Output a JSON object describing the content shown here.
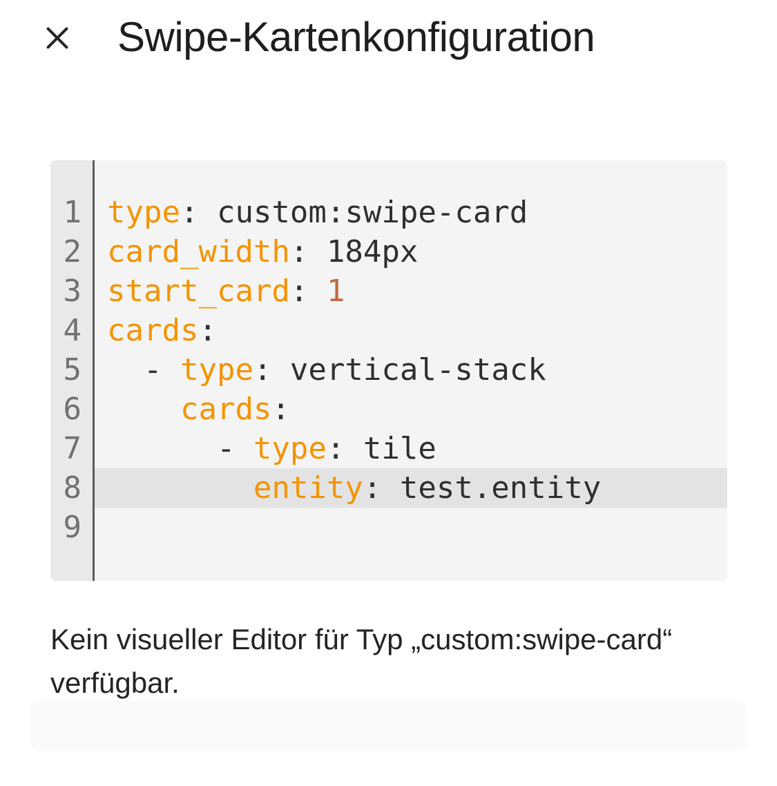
{
  "header": {
    "title": "Swipe-Kartenkonfiguration",
    "close_icon": "close-icon"
  },
  "editor": {
    "language": "yaml",
    "active_line": 8,
    "lines": [
      {
        "n": "1",
        "active": false,
        "tokens": [
          [
            "key",
            "type"
          ],
          [
            "txt",
            ": custom:swipe-card"
          ]
        ]
      },
      {
        "n": "2",
        "active": false,
        "tokens": [
          [
            "key",
            "card_width"
          ],
          [
            "txt",
            ": 184px"
          ]
        ]
      },
      {
        "n": "3",
        "active": false,
        "tokens": [
          [
            "key",
            "start_card"
          ],
          [
            "txt",
            ": "
          ],
          [
            "num",
            "1"
          ]
        ]
      },
      {
        "n": "4",
        "active": false,
        "tokens": [
          [
            "key",
            "cards"
          ],
          [
            "txt",
            ":"
          ]
        ]
      },
      {
        "n": "5",
        "active": false,
        "tokens": [
          [
            "txt",
            "  - "
          ],
          [
            "key",
            "type"
          ],
          [
            "txt",
            ": vertical-stack"
          ]
        ]
      },
      {
        "n": "6",
        "active": false,
        "tokens": [
          [
            "txt",
            "    "
          ],
          [
            "key",
            "cards"
          ],
          [
            "txt",
            ":"
          ]
        ]
      },
      {
        "n": "7",
        "active": false,
        "tokens": [
          [
            "txt",
            "      - "
          ],
          [
            "key",
            "type"
          ],
          [
            "txt",
            ": tile"
          ]
        ]
      },
      {
        "n": "8",
        "active": true,
        "tokens": [
          [
            "txt",
            "        "
          ],
          [
            "key",
            "entity"
          ],
          [
            "txt",
            ": test.entity"
          ]
        ]
      },
      {
        "n": "9",
        "active": false,
        "tokens": []
      }
    ]
  },
  "message": {
    "line1": "Kein visueller Editor für Typ „custom:swipe-card“",
    "line2": "verfügbar."
  },
  "colors": {
    "yaml_key": "#f59300",
    "yaml_number": "#c06b40",
    "code_text": "#2f2f2f",
    "editor_bg": "#f4f4f4",
    "gutter_bg": "#e9e9e9",
    "active_line_bg": "#e3e3e3",
    "divider": "#5a5a5a",
    "line_number": "#717171",
    "footer_bg": "#fafafa",
    "title_text": "#1e1e1e",
    "close_icon": "#242424"
  }
}
